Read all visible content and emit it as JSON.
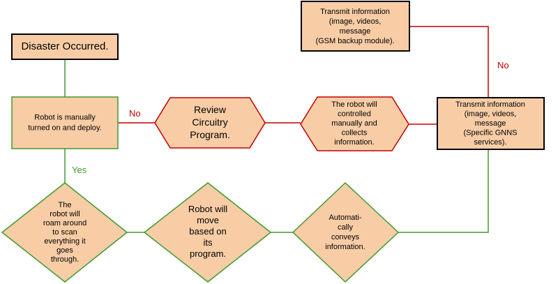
{
  "colors": {
    "fill": "#f8cda6",
    "green": "#3f9a2e",
    "red": "#c00000",
    "black": "#000000"
  },
  "nodes": {
    "disaster": {
      "lines": [
        "Disaster Occurred."
      ]
    },
    "manual_on": {
      "lines": [
        "Robot is manually",
        "turned on and deploy."
      ]
    },
    "review": {
      "lines": [
        "Review",
        "Circuitry",
        "Program."
      ]
    },
    "manual_collect": {
      "lines": [
        "The robot will",
        "controlled",
        "manually and",
        "collects",
        "information."
      ]
    },
    "transmit_gnns": {
      "lines": [
        "Transmit information",
        "(image, videos,",
        "message",
        "(Specific GNNS",
        "services)."
      ]
    },
    "transmit_gsm": {
      "lines": [
        "Transmit information",
        "(image, videos,",
        "message",
        "(GSM backup module)."
      ]
    },
    "roam": {
      "lines": [
        "The",
        "robot will",
        "roam around",
        "to scan",
        "everything it",
        "goes",
        "through."
      ]
    },
    "move": {
      "lines": [
        "Robot will",
        "move",
        "based on",
        "its",
        "program."
      ]
    },
    "auto": {
      "lines": [
        "Automati-",
        "cally",
        "conveys",
        "information."
      ]
    }
  },
  "edge_labels": {
    "no_left": "No",
    "yes": "Yes",
    "no_right": "No"
  }
}
